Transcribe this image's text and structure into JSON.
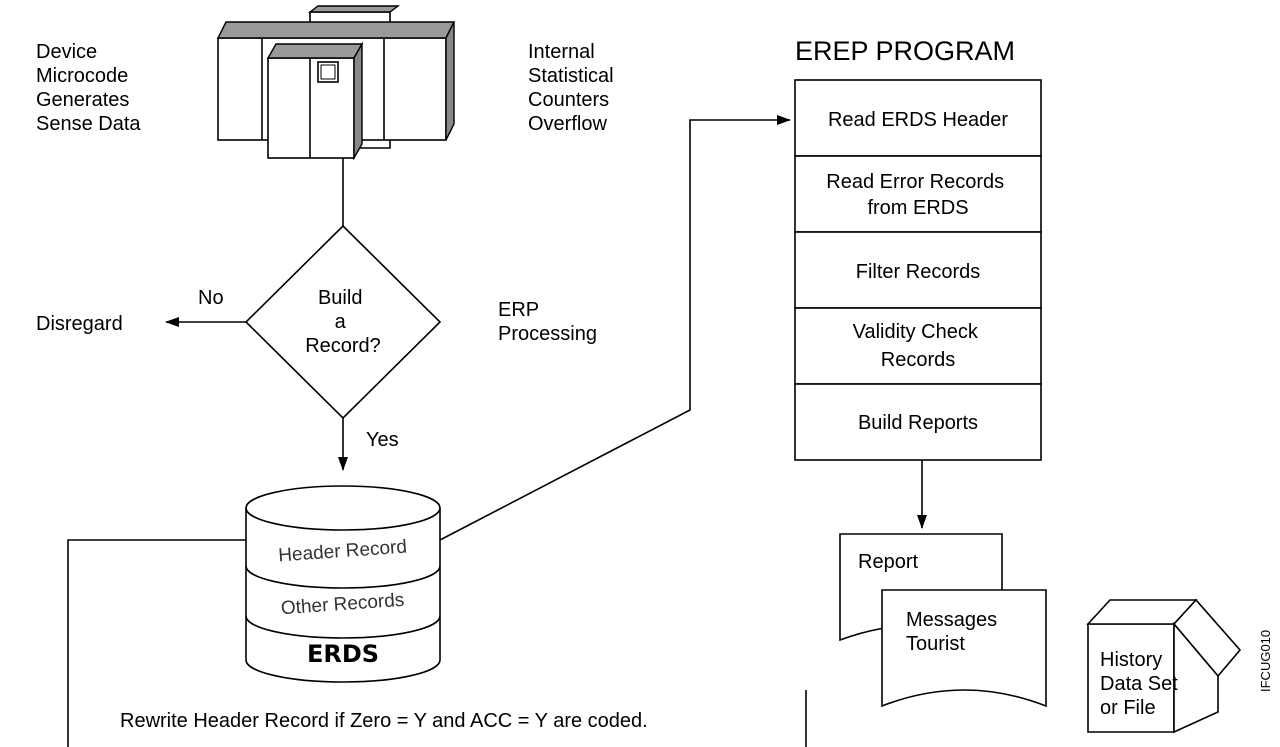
{
  "device": {
    "left_text": [
      "Device",
      "Microcode",
      "Generates",
      "Sense Data"
    ],
    "right_text": [
      "Internal",
      "Statistical",
      "Counters",
      "Overflow"
    ]
  },
  "decision": {
    "question": [
      "Build",
      "a",
      "Record?"
    ],
    "no_label": "No",
    "no_result": "Disregard",
    "yes_label": "Yes",
    "side_text": [
      "ERP",
      "Processing"
    ]
  },
  "erds": {
    "name": "ERDS",
    "bands": [
      "Header Record",
      "Other Records"
    ]
  },
  "erep": {
    "title": "EREP PROGRAM",
    "steps": [
      [
        "Read ERDS Header"
      ],
      [
        "Read Error Records",
        "from ERDS"
      ],
      [
        "Filter Records"
      ],
      [
        "Validity Check",
        "Records"
      ],
      [
        "Build Reports"
      ]
    ]
  },
  "outputs": {
    "report": "Report",
    "messages": [
      "Messages",
      "Tourist"
    ],
    "history": [
      "History",
      "Data Set",
      "or File"
    ]
  },
  "rewrite_note": "Rewrite Header Record if Zero = Y and ACC = Y are coded.",
  "figure_id": "IFCUG010"
}
